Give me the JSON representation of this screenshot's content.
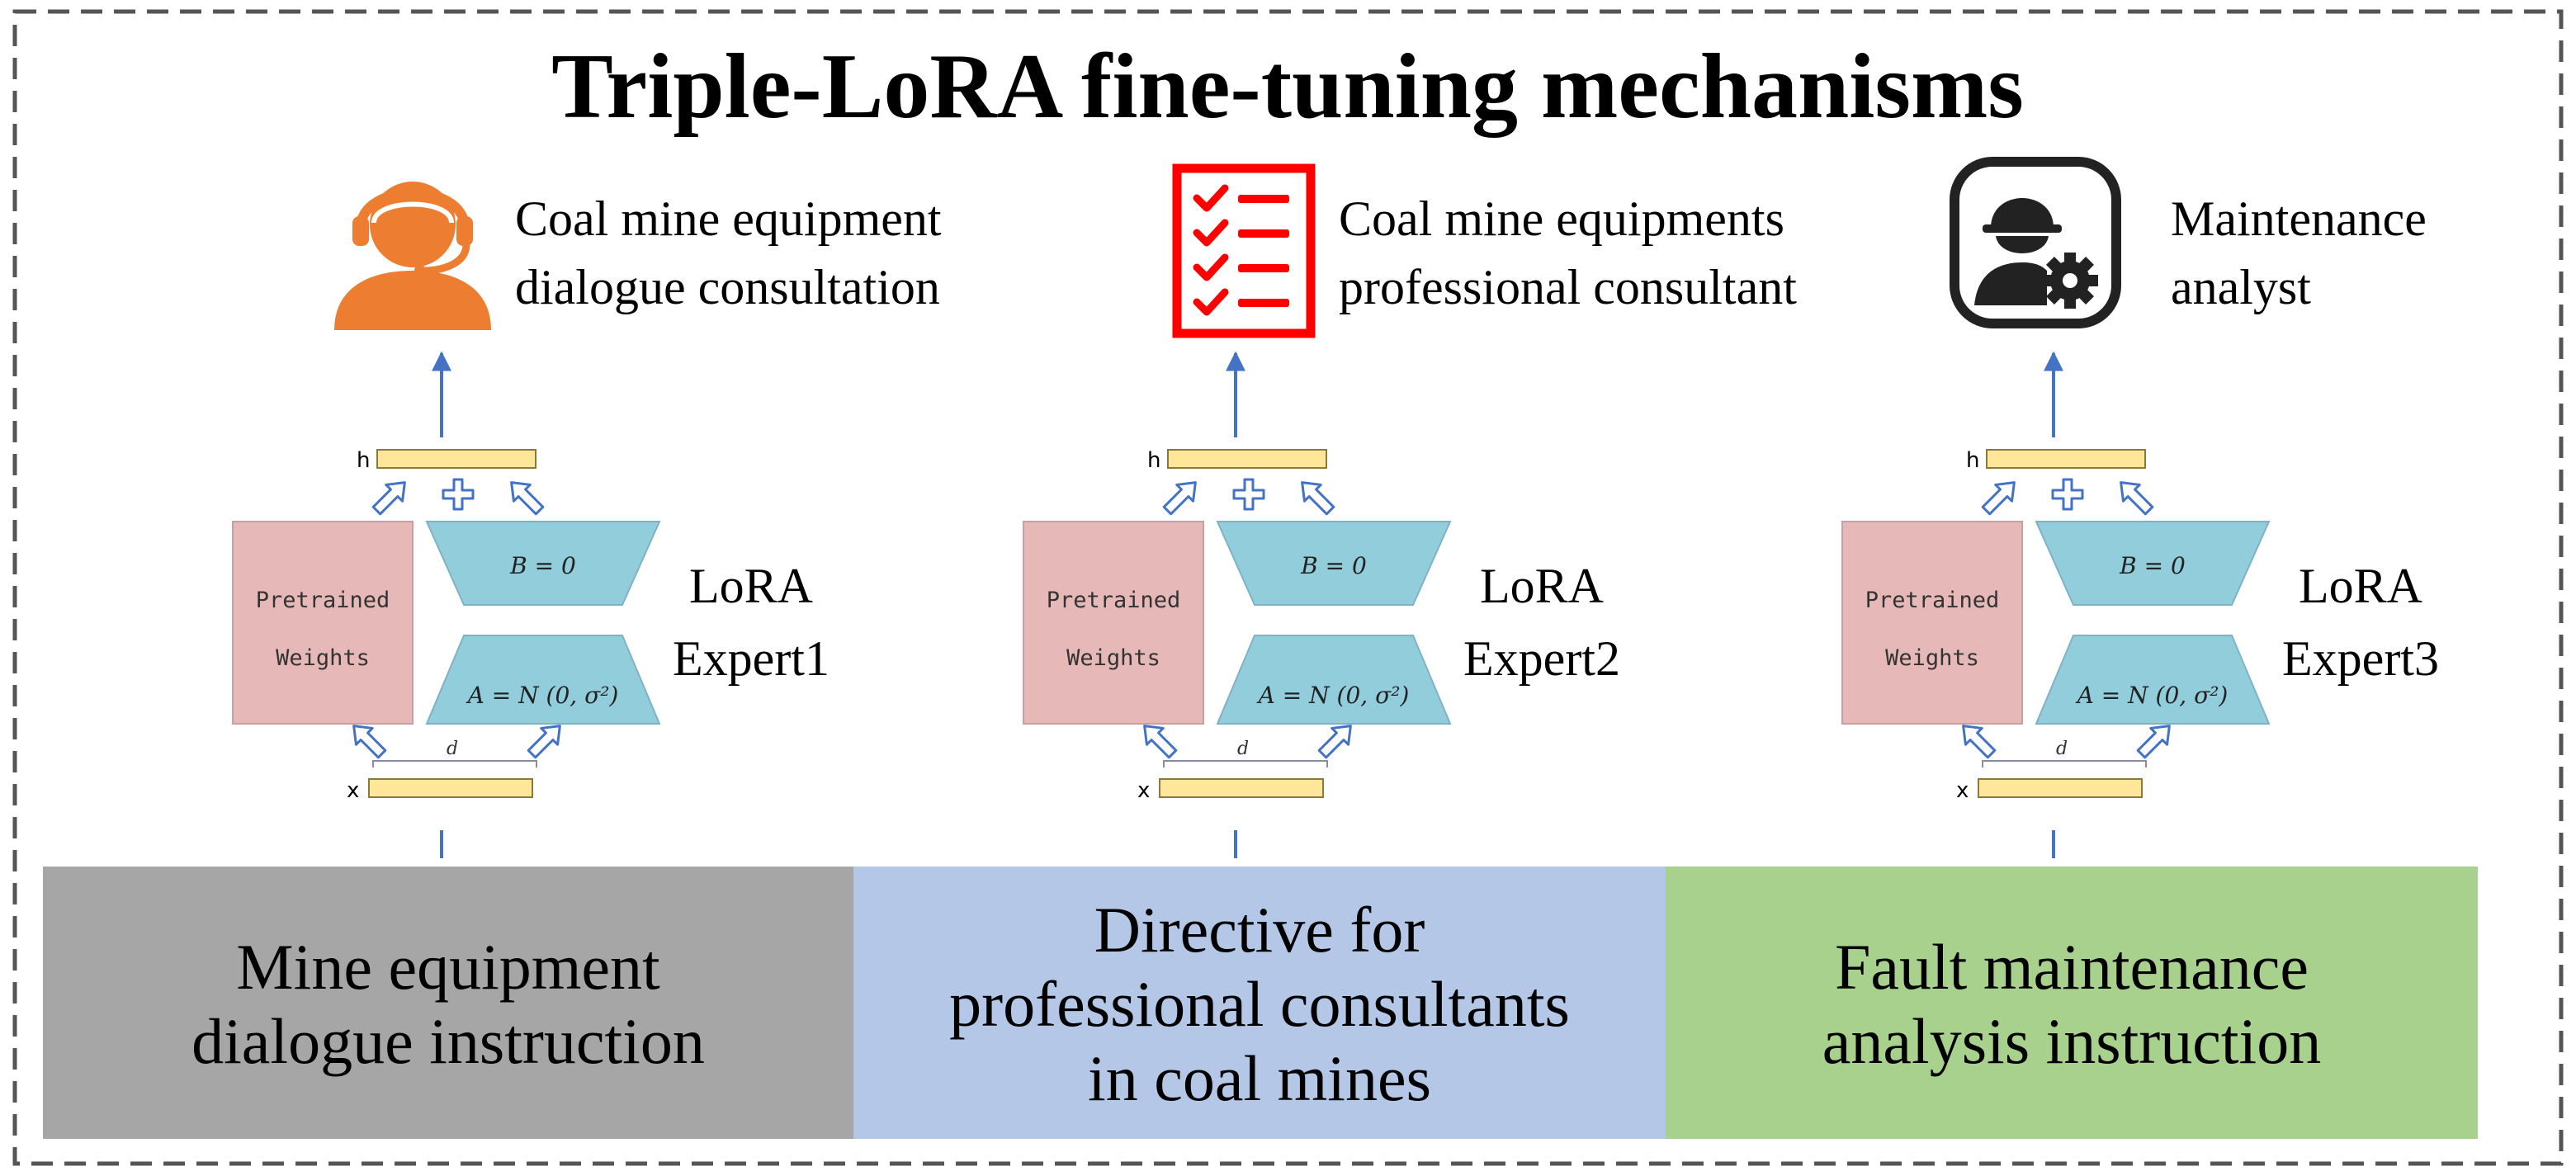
{
  "title": "Triple-LoRA fine-tuning mechanisms",
  "colors": {
    "border": "#555555",
    "arrow": "#4472c4",
    "pretrained_fill": "#e6b9b8",
    "pretrained_stroke": "#c9a0a0",
    "lora_fill": "#92cddc",
    "lora_stroke": "#7fb2c4",
    "vector_fill": "#ffe699",
    "vector_stroke": "#8a7a3a",
    "outline_arrow": "#4472c4",
    "person_icon": "#ed7d31",
    "checklist_icon": "#ff0000",
    "analyst_icon": "#222222",
    "instruction_1": "#a6a6a6",
    "instruction_2": "#b4c7e7",
    "instruction_3": "#a9d18e"
  },
  "modules": [
    {
      "role_line1": "Coal mine equipment",
      "role_line2": "dialogue consultation",
      "icon": "headset-person-icon",
      "expert_line1": "LoRA",
      "expert_line2": "Expert1",
      "instruction": [
        "Mine equipment",
        "dialogue instruction"
      ]
    },
    {
      "role_line1": "Coal mine equipments",
      "role_line2": "professional consultant",
      "icon": "checklist-icon",
      "expert_line1": "LoRA",
      "expert_line2": "Expert2",
      "instruction": [
        "Directive for",
        "professional consultants",
        "in coal mines"
      ]
    },
    {
      "role_line1": "Maintenance",
      "role_line2": "analyst",
      "icon": "maintenance-analyst-icon",
      "expert_line1": "LoRA",
      "expert_line2": "Expert3",
      "instruction": [
        "Fault maintenance",
        "analysis instruction"
      ]
    }
  ],
  "lora": {
    "pretrained_line1": "Pretrained",
    "pretrained_line2": "Weights",
    "b_label": "B = 0",
    "a_label": "A = N (0, σ²)",
    "h_label": "h",
    "x_label": "x",
    "d_label": "d"
  }
}
